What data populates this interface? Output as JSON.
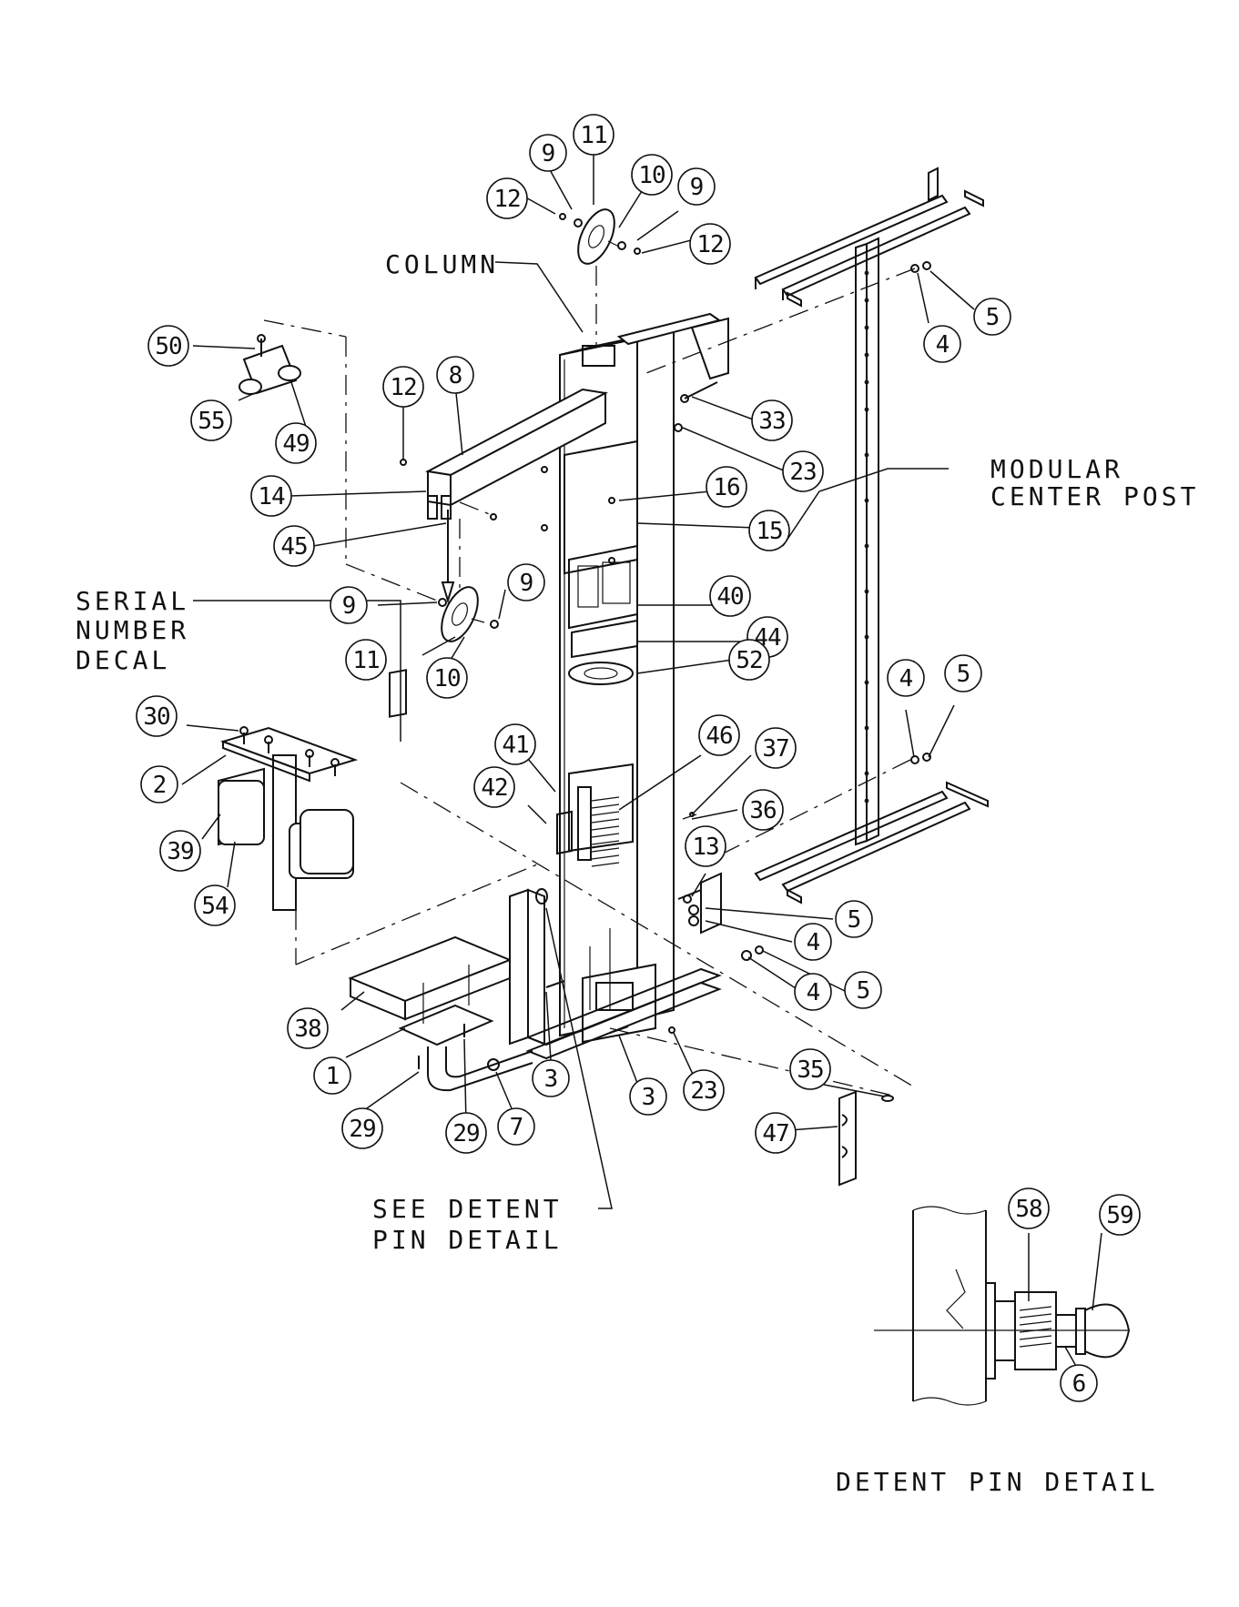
{
  "labels": {
    "column": "COLUMN",
    "modular_1": "MODULAR",
    "modular_2": "CENTER POST",
    "serial_1": "SERIAL",
    "serial_2": "NUMBER",
    "serial_3": "DECAL",
    "detent_1": "SEE DETENT",
    "detent_2": "PIN DETAIL",
    "detail_title": "DETENT PIN DETAIL"
  },
  "callouts": [
    {
      "num": "11"
    },
    {
      "num": "9"
    },
    {
      "num": "10"
    },
    {
      "num": "9"
    },
    {
      "num": "12"
    },
    {
      "num": "12"
    },
    {
      "num": "50"
    },
    {
      "num": "55"
    },
    {
      "num": "49"
    },
    {
      "num": "12"
    },
    {
      "num": "8"
    },
    {
      "num": "14"
    },
    {
      "num": "45"
    },
    {
      "num": "9"
    },
    {
      "num": "9"
    },
    {
      "num": "11"
    },
    {
      "num": "10"
    },
    {
      "num": "4"
    },
    {
      "num": "5"
    },
    {
      "num": "33"
    },
    {
      "num": "23"
    },
    {
      "num": "16"
    },
    {
      "num": "15"
    },
    {
      "num": "40"
    },
    {
      "num": "44"
    },
    {
      "num": "52"
    },
    {
      "num": "4"
    },
    {
      "num": "5"
    },
    {
      "num": "30"
    },
    {
      "num": "2"
    },
    {
      "num": "39"
    },
    {
      "num": "54"
    },
    {
      "num": "41"
    },
    {
      "num": "42"
    },
    {
      "num": "46"
    },
    {
      "num": "37"
    },
    {
      "num": "36"
    },
    {
      "num": "13"
    },
    {
      "num": "5"
    },
    {
      "num": "4"
    },
    {
      "num": "4"
    },
    {
      "num": "5"
    },
    {
      "num": "38"
    },
    {
      "num": "1"
    },
    {
      "num": "29"
    },
    {
      "num": "29"
    },
    {
      "num": "7"
    },
    {
      "num": "3"
    },
    {
      "num": "3"
    },
    {
      "num": "23"
    },
    {
      "num": "35"
    },
    {
      "num": "47"
    },
    {
      "num": "58"
    },
    {
      "num": "59"
    },
    {
      "num": "6"
    }
  ]
}
